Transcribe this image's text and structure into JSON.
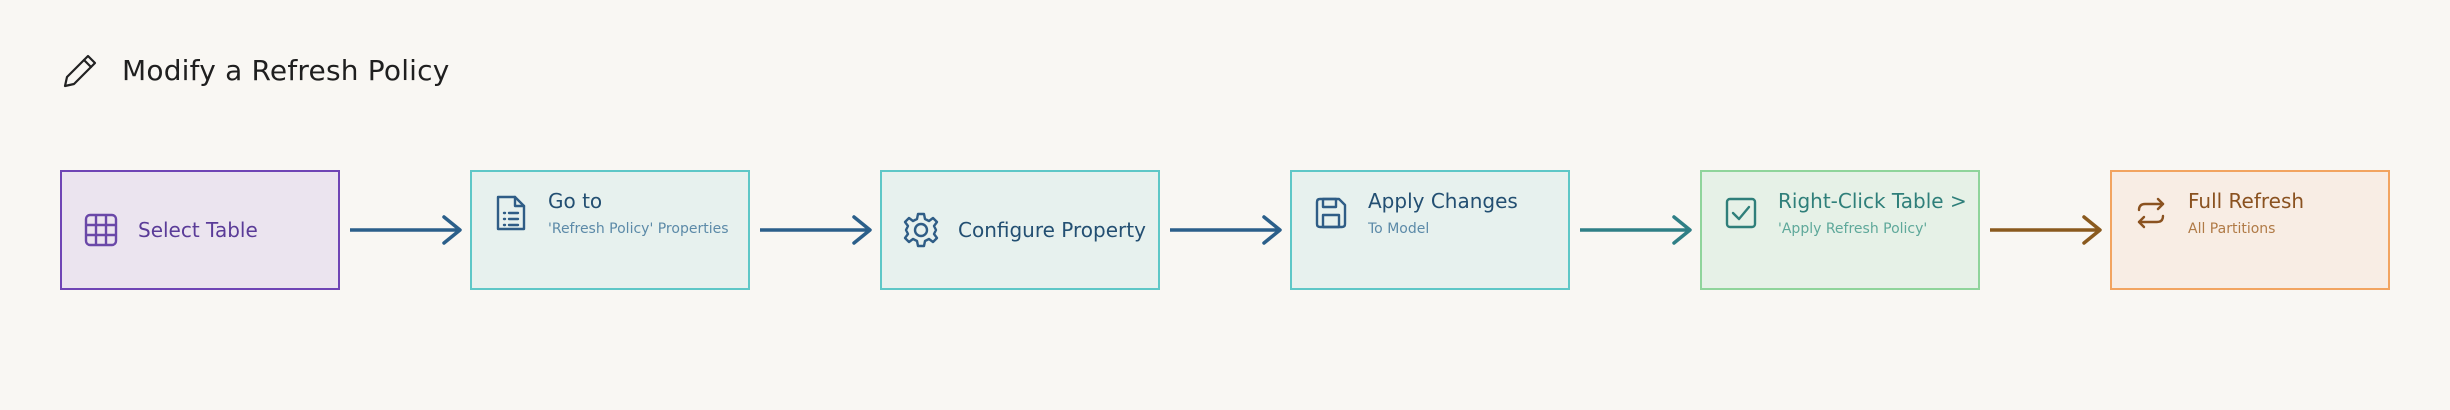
{
  "header": {
    "title": "Modify a Refresh Policy",
    "icon": "pencil-icon"
  },
  "steps": [
    {
      "label": "Select Table",
      "sublabel": "",
      "icon": "table-grid-icon",
      "colors": {
        "border": "#6f45b5",
        "fill": "#ebe4ef",
        "text": "#5a3b98",
        "icon": "#6a48a8"
      }
    },
    {
      "label": "Go to",
      "sublabel": "'Refresh Policy' Properties",
      "icon": "document-list-icon",
      "colors": {
        "border": "#5ec7c7",
        "fill": "#e7f1ee",
        "text": "#234f72",
        "sub": "#5c8aa8",
        "icon": "#2f5d86"
      }
    },
    {
      "label": "Configure Property",
      "sublabel": "",
      "icon": "gear-icon",
      "colors": {
        "border": "#5ec7c7",
        "fill": "#e7f1ee",
        "text": "#234f72",
        "icon": "#2f5d86"
      }
    },
    {
      "label": "Apply Changes",
      "sublabel": "To Model",
      "icon": "save-icon",
      "colors": {
        "border": "#5ec7c7",
        "fill": "#e7f1ee",
        "text": "#234f72",
        "sub": "#5c8aa8",
        "icon": "#2f5d86"
      }
    },
    {
      "label": "Right-Click Table >",
      "sublabel": "'Apply Refresh Policy'",
      "icon": "checkbox-icon",
      "colors": {
        "border": "#8fd49b",
        "fill": "#e6f1e7",
        "text": "#2f7f7a",
        "sub": "#5ea89a",
        "icon": "#2f7f7a"
      }
    },
    {
      "label": "Full Refresh",
      "sublabel": "All Partitions",
      "icon": "refresh-icon",
      "colors": {
        "border": "#f2a460",
        "fill": "#f8ede4",
        "text": "#8a5220",
        "sub": "#b07a46",
        "icon": "#8a5220"
      }
    }
  ],
  "arrows": [
    {
      "color": "#2b5f8a"
    },
    {
      "color": "#2b5f8a"
    },
    {
      "color": "#2b5f8a"
    },
    {
      "color": "#2f7f86"
    },
    {
      "color": "#8a5a1e"
    }
  ]
}
